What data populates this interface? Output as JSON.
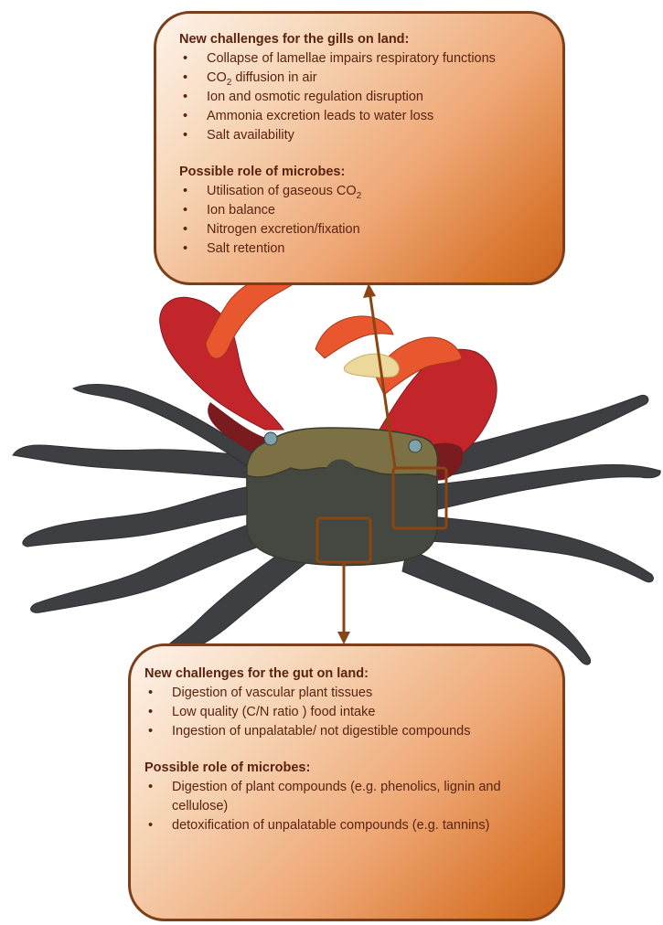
{
  "gills_box": {
    "challenges_heading": "New challenges for the gills on land:",
    "challenges": [
      {
        "text": "Collapse of lamellae impairs respiratory functions"
      },
      {
        "text": "CO",
        "sub": "2",
        "after": " diffusion in air"
      },
      {
        "text": "Ion and osmotic regulation disruption"
      },
      {
        "text": "Ammonia excretion leads to water loss"
      },
      {
        "text": "Salt availability"
      }
    ],
    "microbes_heading": "Possible role of microbes:",
    "microbes": [
      {
        "text": "Utilisation of gaseous CO",
        "sub": "2"
      },
      {
        "text": "Ion balance"
      },
      {
        "text": "Nitrogen excretion/fixation"
      },
      {
        "text": "Salt retention"
      }
    ]
  },
  "gut_box": {
    "challenges_heading": "New challenges for the gut on land:",
    "challenges": [
      {
        "text": "Digestion of vascular plant tissues"
      },
      {
        "text": "Low quality (C/N ratio ) food intake"
      },
      {
        "text": "Ingestion of unpalatable/ not digestible compounds"
      }
    ],
    "microbes_heading": "Possible role of microbes:",
    "microbes": [
      {
        "text": "Digestion of plant compounds (e.g. phenolics, lignin and cellulose)"
      },
      {
        "text": "detoxification of unpalatable compounds (e.g. tannins)"
      }
    ]
  },
  "bullet_char": "•",
  "colors": {
    "border": "#7d3e1c",
    "text": "#5a2310",
    "claw_red": "#c3262a",
    "claw_orange": "#e8572d",
    "claw_dark": "#7a1c1f",
    "claw_pale": "#ecd89a",
    "legs": "#3d3f42",
    "carapace_top": "#7b7144",
    "carapace_bottom": "#454741",
    "eye": "#7da3ad"
  }
}
